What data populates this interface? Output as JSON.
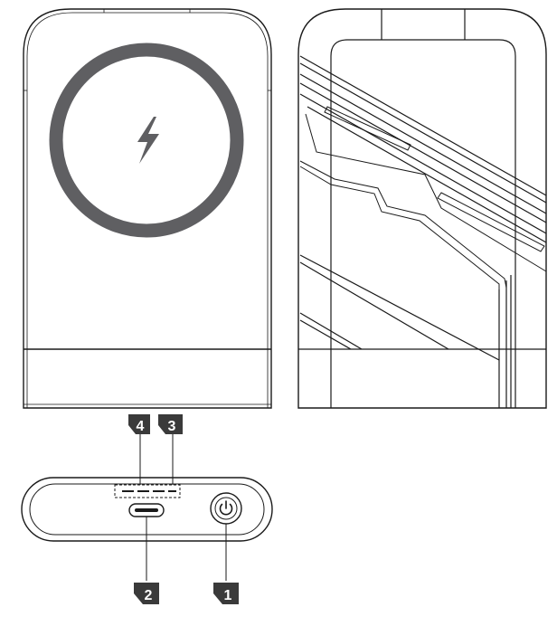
{
  "diagram": {
    "callouts": [
      {
        "id": "callout-1",
        "number": "1"
      },
      {
        "id": "callout-2",
        "number": "2"
      },
      {
        "id": "callout-3",
        "number": "3"
      },
      {
        "id": "callout-4",
        "number": "4"
      }
    ],
    "icons": {
      "charging": "lightning-bolt-icon",
      "power": "power-icon",
      "port": "usb-c-port-icon"
    },
    "colors": {
      "outline": "#1a1a1a",
      "coil_ring": "#5f5f62",
      "callout_fill": "#3a3a3a",
      "callout_text": "#ffffff"
    }
  }
}
